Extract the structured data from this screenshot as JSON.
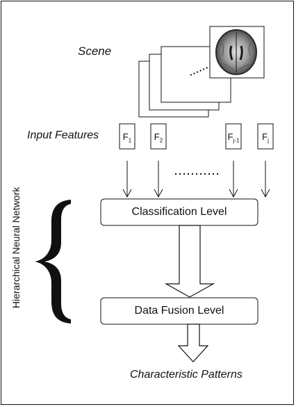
{
  "labels": {
    "scene": "Scene",
    "input_features": "Input Features",
    "classification_level": "Classification Level",
    "data_fusion_level": "Data Fusion Level",
    "characteristic_patterns": "Characteristic Patterns",
    "hierarchical_neural_network": "Hierarchical Neural Network"
  },
  "features": [
    {
      "base": "F",
      "sub": "1"
    },
    {
      "base": "F",
      "sub": "2"
    },
    {
      "base": "F",
      "sub": "j-1"
    },
    {
      "base": "F",
      "sub": "j"
    }
  ],
  "colors": {
    "line": "#111111",
    "background": "#ffffff",
    "brain_dark": "#3a3a3a",
    "brain_light": "#c8c8c8"
  }
}
